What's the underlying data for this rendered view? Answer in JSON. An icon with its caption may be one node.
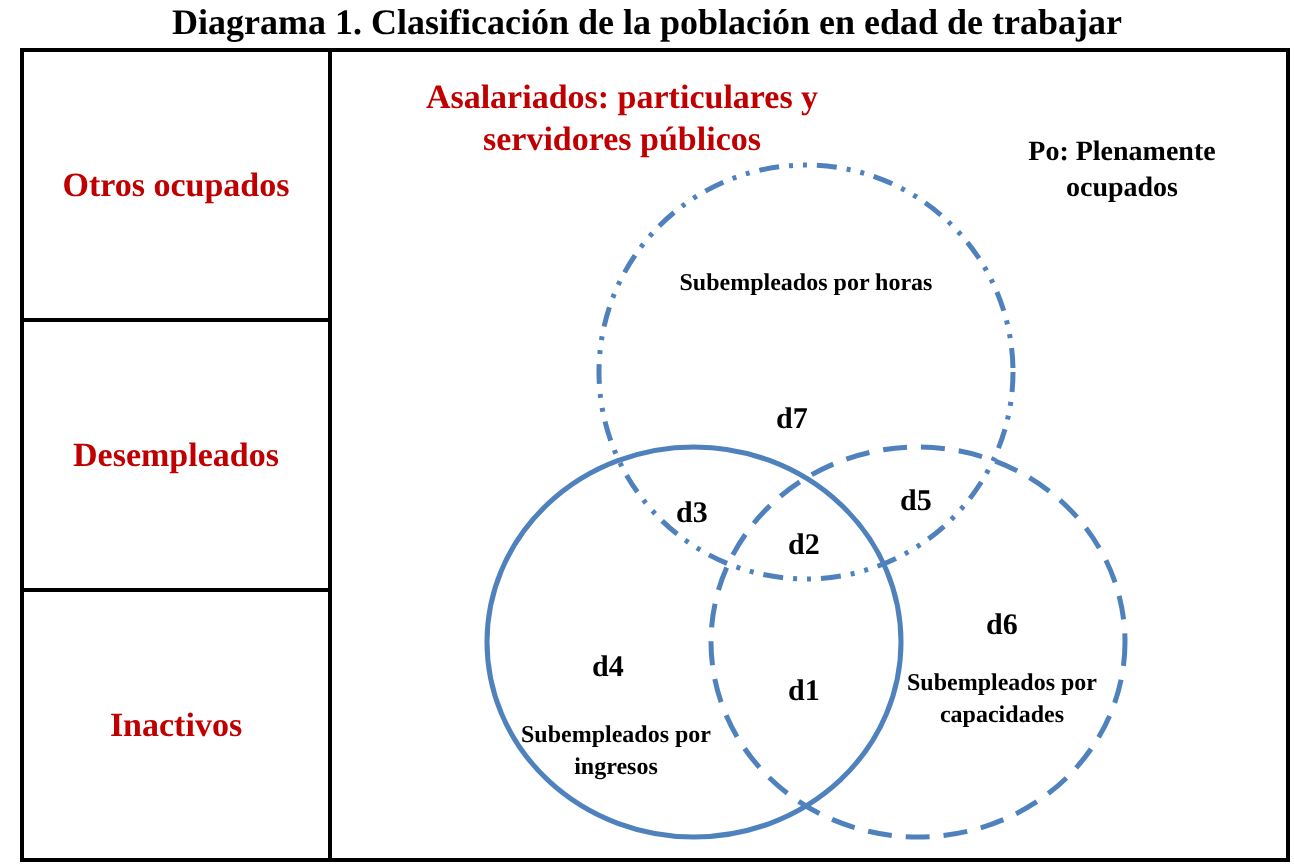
{
  "diagram": {
    "title": "Diagrama 1. Clasificación de la población en edad de trabajar",
    "nodes": [
      {
        "text": [
          "Otros ocupados"
        ]
      },
      {
        "text": [
          "Desempleados"
        ]
      },
      {
        "text": [
          "Inactivos"
        ]
      },
      {
        "text": [
          "Asalariados: particulares y servidores públicos",
          "Po: Plenamente ocupados"
        ]
      },
      {
        "text": [
          "Subempleados por horas"
        ],
        "in": 3
      },
      {
        "text": [
          "Subempleados por ingresos"
        ],
        "in": 3
      },
      {
        "text": [
          "Subempleados por capacidades"
        ],
        "in": 3
      }
    ],
    "edges": [],
    "labels": [
      "d7",
      "d3",
      "d5",
      "d2",
      "d6",
      "d4",
      "d1"
    ]
  }
}
